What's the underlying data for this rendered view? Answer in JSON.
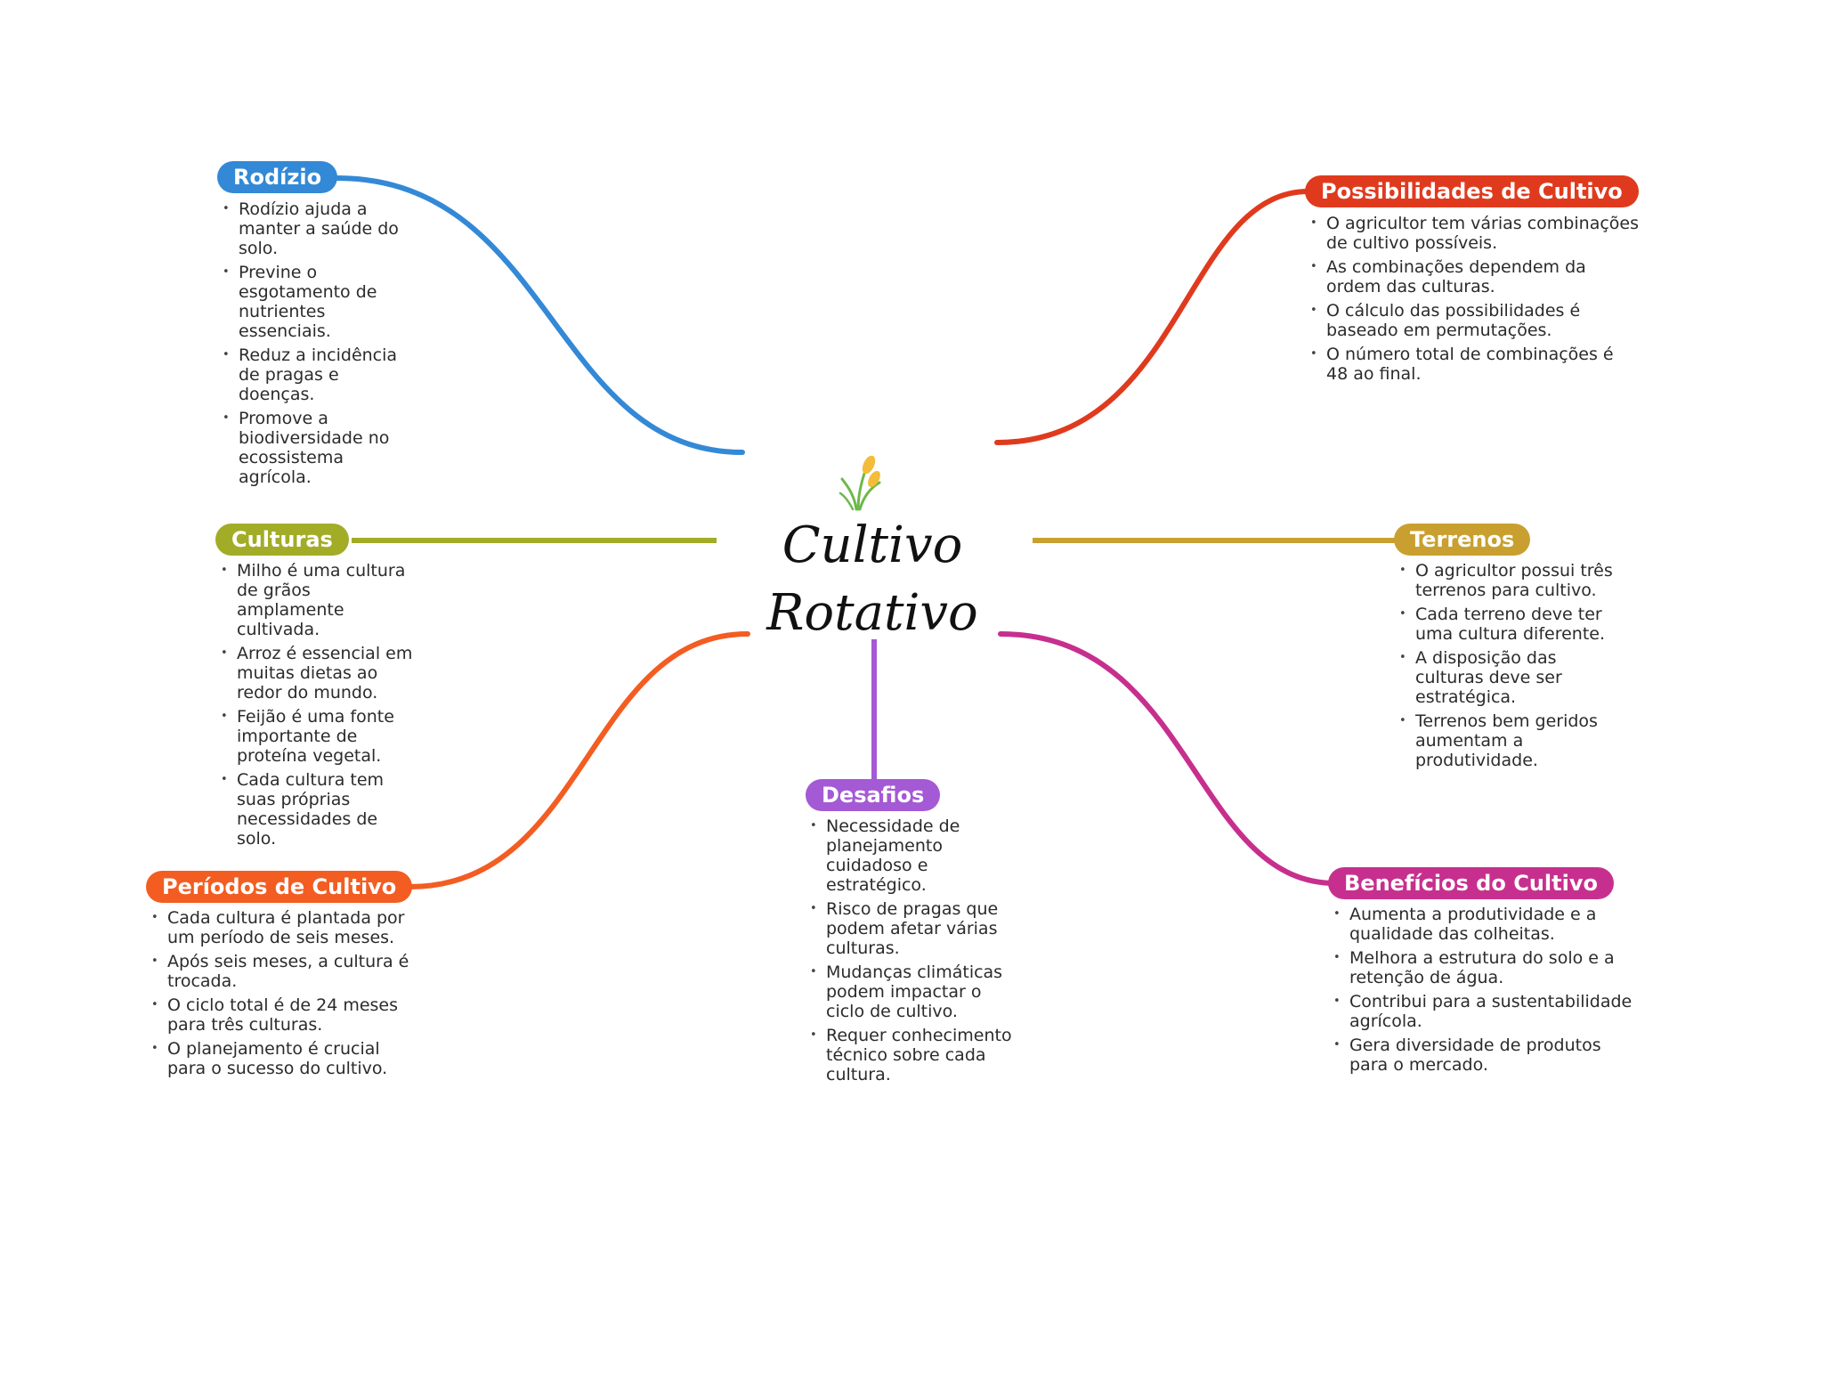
{
  "central_topic": {
    "title_line1": "Cultivo",
    "title_line2": "Rotativo",
    "icon": "wheat-stalk-icon"
  },
  "branches": [
    {
      "id": "rodizio",
      "title": "Rodízio",
      "color": "#3389d6",
      "items": [
        "Rodízio ajuda a manter a saúde do solo.",
        "Previne o esgotamento de nutrientes essenciais.",
        "Reduz a incidência de pragas e doenças.",
        "Promove a biodiversidade no ecossistema agrícola."
      ]
    },
    {
      "id": "possibilidades",
      "title": "Possibilidades de Cultivo",
      "color": "#e03a1e",
      "items": [
        "O agricultor tem várias combinações de cultivo possíveis.",
        "As combinações dependem da ordem das culturas.",
        "O cálculo das possibilidades é baseado em permutações.",
        "O número total de combinações é 48 ao final."
      ]
    },
    {
      "id": "culturas",
      "title": "Culturas",
      "color": "#a2ac27",
      "items": [
        "Milho é uma cultura de grãos amplamente cultivada.",
        "Arroz é essencial em muitas dietas ao redor do mundo.",
        "Feijão é uma fonte importante de proteína vegetal.",
        "Cada cultura tem suas próprias necessidades de solo."
      ]
    },
    {
      "id": "terrenos",
      "title": "Terrenos",
      "color": "#c9a030",
      "items": [
        "O agricultor possui três terrenos para cultivo.",
        "Cada terreno deve ter uma cultura diferente.",
        "A disposição das culturas deve ser estratégica.",
        "Terrenos bem geridos aumentam a produtividade."
      ]
    },
    {
      "id": "periodos",
      "title": "Períodos de Cultivo",
      "color": "#f35d22",
      "items": [
        "Cada cultura é plantada por um período de seis meses.",
        "Após seis meses, a cultura é trocada.",
        "O ciclo total é de 24 meses para três culturas.",
        "O planejamento é crucial para o sucesso do cultivo."
      ]
    },
    {
      "id": "desafios",
      "title": "Desafios",
      "color": "#a45ad4",
      "items": [
        "Necessidade de planejamento cuidadoso e estratégico.",
        "Risco de pragas que podem afetar várias culturas.",
        "Mudanças climáticas podem impactar o ciclo de cultivo.",
        "Requer conhecimento técnico sobre cada cultura."
      ]
    },
    {
      "id": "beneficios",
      "title": "Benefícios do Cultivo",
      "color": "#c72f8e",
      "items": [
        "Aumenta a produtividade e a qualidade das colheitas.",
        "Melhora a estrutura do solo e a retenção de água.",
        "Contribui para a sustentabilidade agrícola.",
        "Gera diversidade de produtos para o mercado."
      ]
    }
  ]
}
